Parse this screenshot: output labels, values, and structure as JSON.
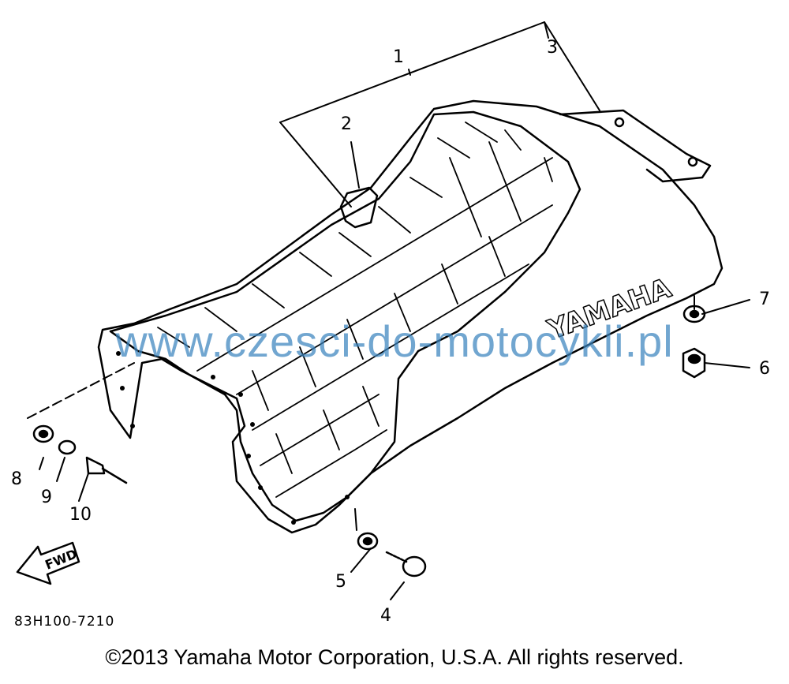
{
  "diagram": {
    "callouts": [
      "1",
      "2",
      "3",
      "4",
      "5",
      "6",
      "7",
      "8",
      "9",
      "10"
    ],
    "fwd_label": "FWD",
    "seat_logo": "YAMAHA",
    "part_code": "83H100-7210",
    "copyright": "©2013 Yamaha Motor Corporation, U.S.A. All rights reserved.",
    "watermark": "www.czesci-do-motocykli.pl"
  },
  "colors": {
    "line": "#000000",
    "watermark": "#3a84be",
    "background": "#ffffff"
  }
}
